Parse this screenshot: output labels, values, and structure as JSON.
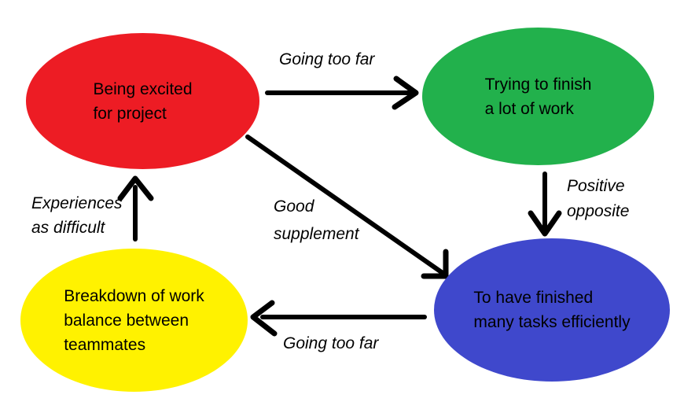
{
  "diagram": {
    "background": "#ffffff",
    "arrow_color": "#000000",
    "text_color": "#000000",
    "nodes": [
      {
        "id": "excited",
        "label": "Being excited\nfor project",
        "color": "#ed1c24"
      },
      {
        "id": "trying",
        "label": "Trying to finish\na lot of work",
        "color": "#22b14c"
      },
      {
        "id": "finished",
        "label": "To have finished\nmany tasks efficiently",
        "color": "#3f48cc"
      },
      {
        "id": "breakdown",
        "label": "Breakdown of work\nbalance between\nteammates",
        "color": "#fff200"
      }
    ],
    "edges": [
      {
        "from": "excited",
        "to": "trying",
        "label": "Going too far",
        "direction": "right"
      },
      {
        "from": "trying",
        "to": "finished",
        "label": "Positive\nopposite",
        "direction": "down"
      },
      {
        "from": "excited",
        "to": "finished",
        "label": "Good\nsupplement",
        "direction": "diagonal-down-right"
      },
      {
        "from": "finished",
        "to": "breakdown",
        "label": "Going too far",
        "direction": "left"
      },
      {
        "from": "breakdown",
        "to": "excited",
        "label": "Experiences\nas difficult",
        "direction": "up"
      }
    ]
  }
}
